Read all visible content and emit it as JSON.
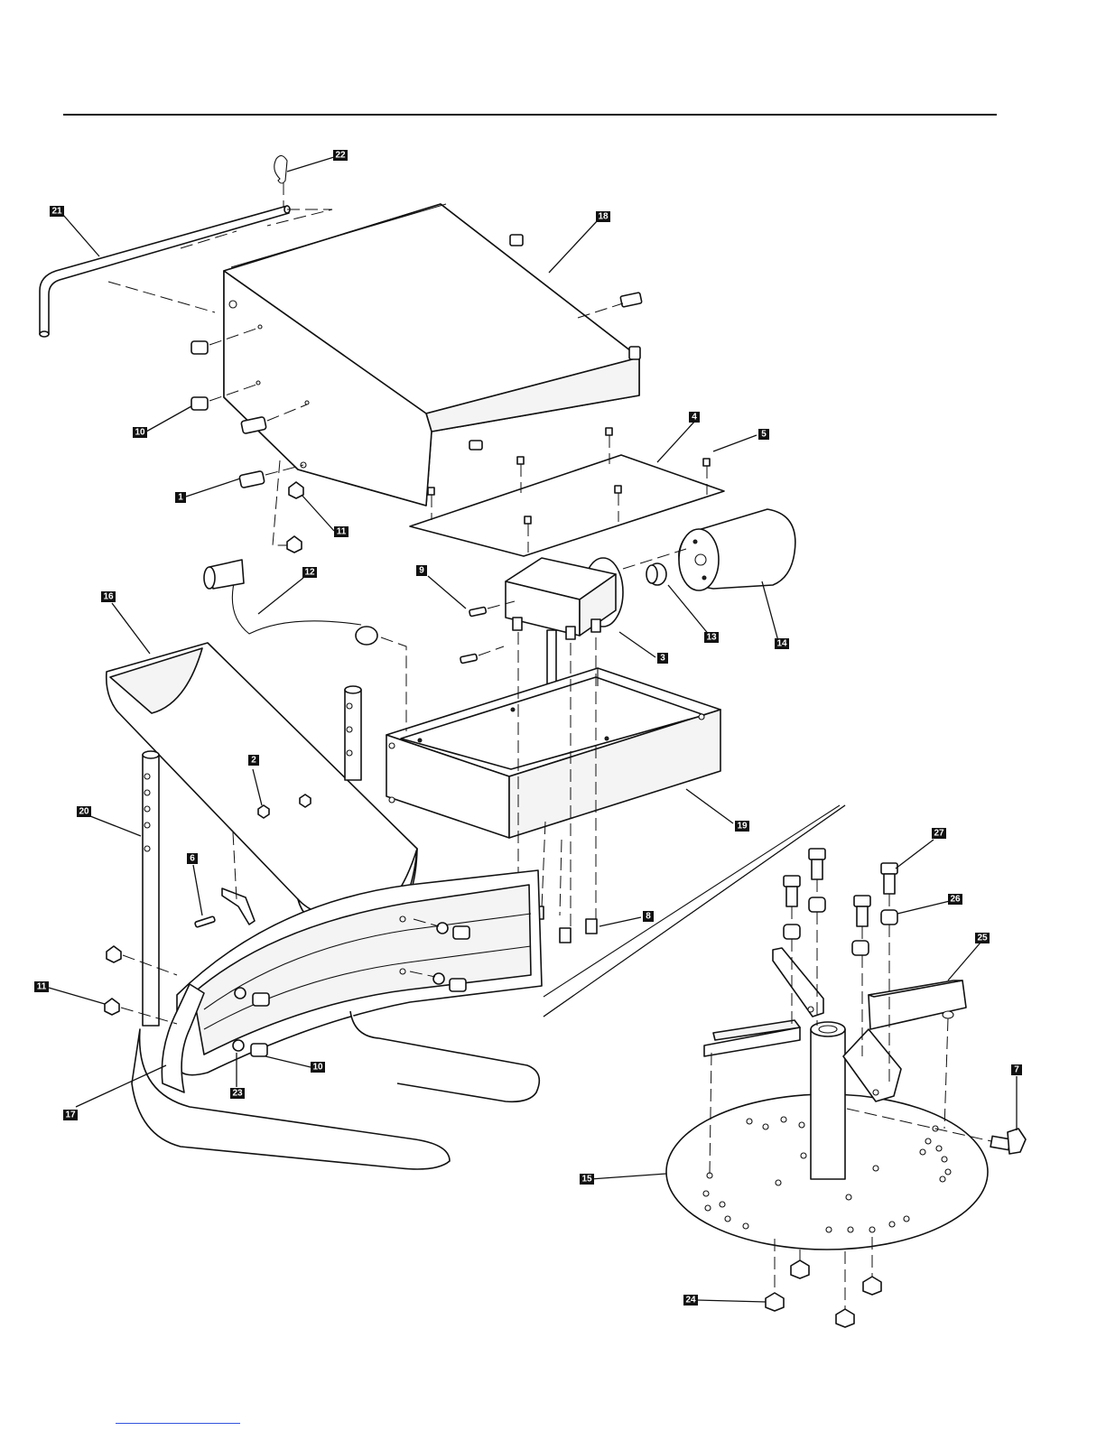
{
  "colors": {
    "ink": "#111111",
    "paper": "#ffffff",
    "callout_bg": "#111111",
    "callout_text": "#ffffff",
    "footer_link": "#3355dd"
  },
  "callouts": [
    {
      "id": "c1",
      "label": "1"
    },
    {
      "id": "c2",
      "label": "2"
    },
    {
      "id": "c3",
      "label": "3"
    },
    {
      "id": "c4",
      "label": "4"
    },
    {
      "id": "c5",
      "label": "5"
    },
    {
      "id": "c6",
      "label": "6"
    },
    {
      "id": "c7",
      "label": "7"
    },
    {
      "id": "c8",
      "label": "8"
    },
    {
      "id": "c9",
      "label": "9"
    },
    {
      "id": "c10a",
      "label": "10"
    },
    {
      "id": "c10b",
      "label": "10"
    },
    {
      "id": "c11a",
      "label": "11"
    },
    {
      "id": "c11b",
      "label": "11"
    },
    {
      "id": "c12",
      "label": "12"
    },
    {
      "id": "c13",
      "label": "13"
    },
    {
      "id": "c14",
      "label": "14"
    },
    {
      "id": "c15",
      "label": "15"
    },
    {
      "id": "c16",
      "label": "16"
    },
    {
      "id": "c17",
      "label": "17"
    },
    {
      "id": "c18",
      "label": "18"
    },
    {
      "id": "c19",
      "label": "19"
    },
    {
      "id": "c20",
      "label": "20"
    },
    {
      "id": "c21",
      "label": "21"
    },
    {
      "id": "c22",
      "label": "22"
    },
    {
      "id": "c23",
      "label": "23"
    },
    {
      "id": "c24",
      "label": "24"
    },
    {
      "id": "c25",
      "label": "25"
    },
    {
      "id": "c26",
      "label": "26"
    },
    {
      "id": "c27",
      "label": "27"
    }
  ]
}
